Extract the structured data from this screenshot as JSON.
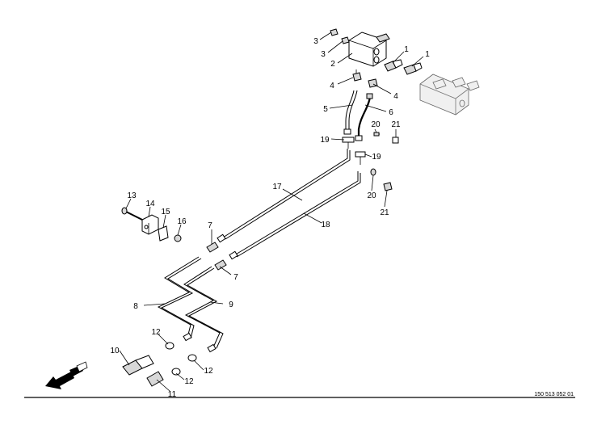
{
  "callouts": [
    "1",
    "1",
    "2",
    "3",
    "3",
    "4",
    "4",
    "5",
    "6",
    "7",
    "7",
    "8",
    "9",
    "10",
    "11",
    "12",
    "12",
    "12",
    "13",
    "14",
    "15",
    "16",
    "17",
    "18",
    "19",
    "19",
    "20",
    "20",
    "21",
    "21"
  ],
  "doc_number": "150 513 052 01",
  "colors": {
    "line": "#000000",
    "background": "#ffffff",
    "arrow": "#000000"
  },
  "icons": {
    "direction_arrow": "travel-direction-arrow-icon"
  }
}
